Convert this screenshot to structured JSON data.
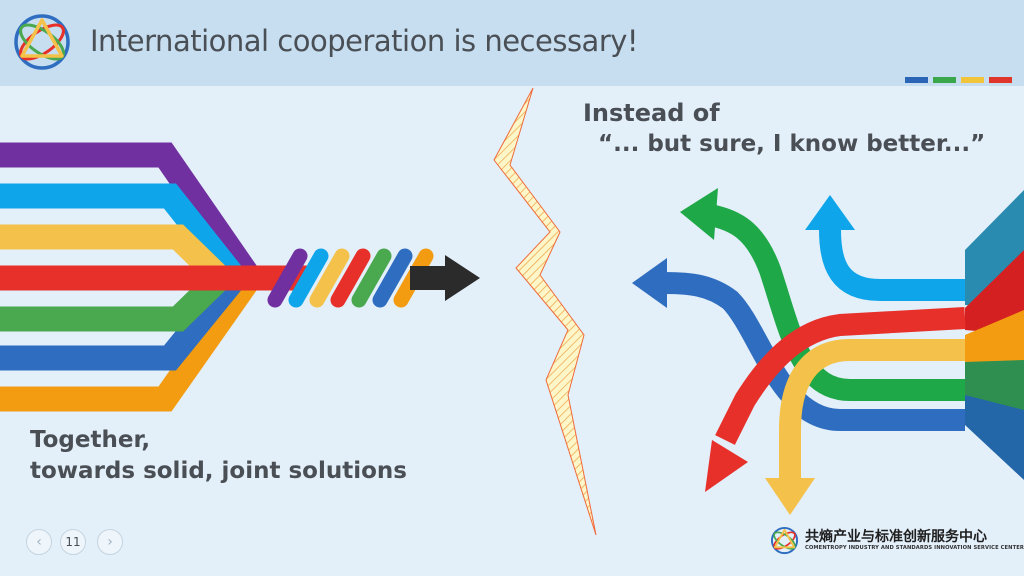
{
  "header": {
    "title": "International cooperation is necessary!"
  },
  "colors": {
    "purple": "#7030a0",
    "light_blue": "#0ea5ea",
    "yellow": "#f4c24a",
    "red": "#e7302a",
    "green": "#4aa84f",
    "blue": "#2e6dbf",
    "orange": "#f39c12",
    "strip_blue": "#2b66b6",
    "strip_green": "#3aa84a",
    "strip_yellow": "#f2c43c",
    "strip_red": "#e0352b"
  },
  "right_panel": {
    "heading": "Instead of",
    "quote": "“... but sure, I know better...”"
  },
  "left_panel": {
    "line1": "Together,",
    "line2": "towards solid, joint solutions"
  },
  "nav": {
    "prev_icon": "‹",
    "page": "11",
    "next_icon": "›"
  },
  "brand": {
    "name_zh": "共熵产业与标准创新服务中心",
    "name_en": "COMENTROPY INDUSTRY AND STANDARDS INNOVATION SERVICE CENTER"
  }
}
